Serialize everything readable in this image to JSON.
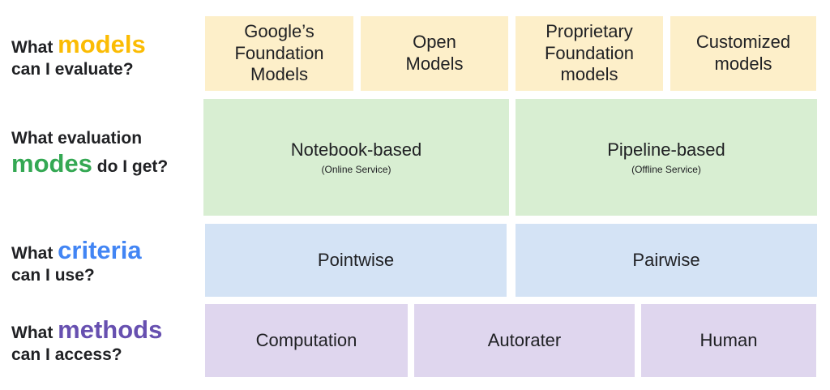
{
  "rows": [
    {
      "question": {
        "pre": "What ",
        "highlight": "models",
        "post": "",
        "line2": "can I evaluate?",
        "color": "#fbbc04"
      },
      "boxes": [
        {
          "text": "Google’s\nFoundation\nModels"
        },
        {
          "text": "Open\nModels"
        },
        {
          "text": "Proprietary\nFoundation\nmodels"
        },
        {
          "text": "Customized\nmodels"
        }
      ],
      "fill": "#fdefc9"
    },
    {
      "question": {
        "pre": "What evaluation",
        "highlight": "modes",
        "post": " do I get?",
        "color": "#34a853"
      },
      "boxes": [
        {
          "text": "Notebook-based",
          "sub": "(Online Service)"
        },
        {
          "text": "Pipeline-based",
          "sub": "(Offline Service)"
        }
      ],
      "fill": "#d8eed2"
    },
    {
      "question": {
        "pre": "What ",
        "highlight": "criteria",
        "post": "",
        "line2": "can I use?",
        "color": "#4285f4"
      },
      "boxes": [
        {
          "text": "Pointwise"
        },
        {
          "text": "Pairwise"
        }
      ],
      "fill": "#d4e3f5"
    },
    {
      "question": {
        "pre": "What ",
        "highlight": "methods",
        "post": "",
        "line2": "can I access?",
        "color": "#6750b0"
      },
      "boxes": [
        {
          "text": "Computation"
        },
        {
          "text": "Autorater"
        },
        {
          "text": "Human"
        }
      ],
      "fill": "#dfd6ee"
    }
  ]
}
